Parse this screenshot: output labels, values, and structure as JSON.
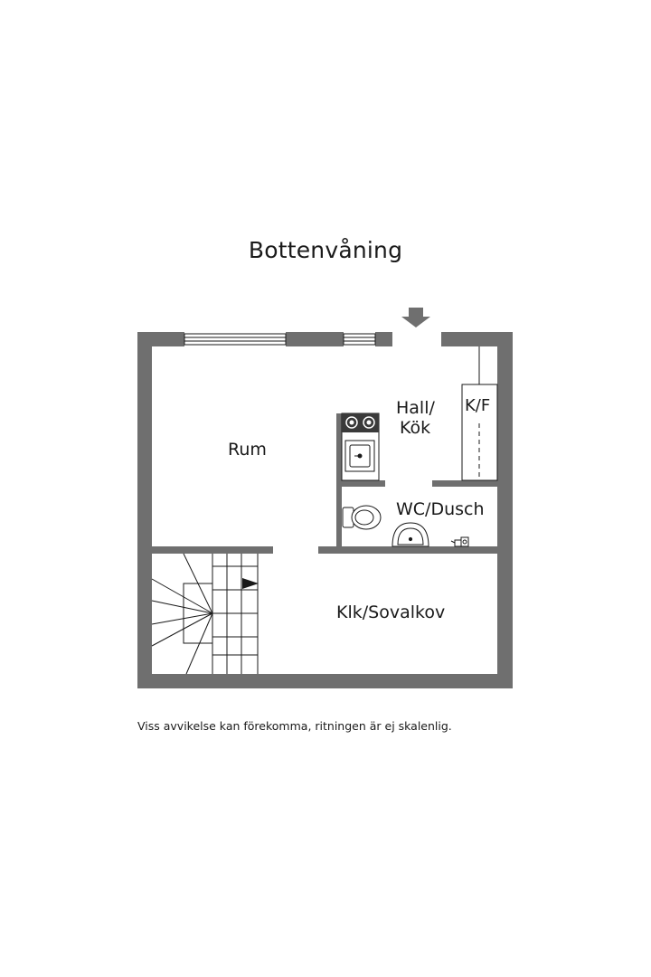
{
  "title": "Bottenvåning",
  "rooms": {
    "rum": "Rum",
    "hall": "Hall/",
    "kok": "Kök",
    "kf": "K/F",
    "wc": "WC/Dusch",
    "klk": "Klk/Sovalkov"
  },
  "disclaimer": "Viss avvikelse kan förekomma, ritningen är ej skalenlig.",
  "colors": {
    "wall": "#6f6f6f",
    "line": "#1a1a1a",
    "arrow": "#6f6f6f",
    "background": "#ffffff"
  },
  "icons": [
    "entrance-arrow-icon",
    "stove-icon",
    "sink-icon",
    "toilet-icon",
    "washbasin-icon",
    "faucet-icon",
    "stair-direction-arrow-icon"
  ]
}
